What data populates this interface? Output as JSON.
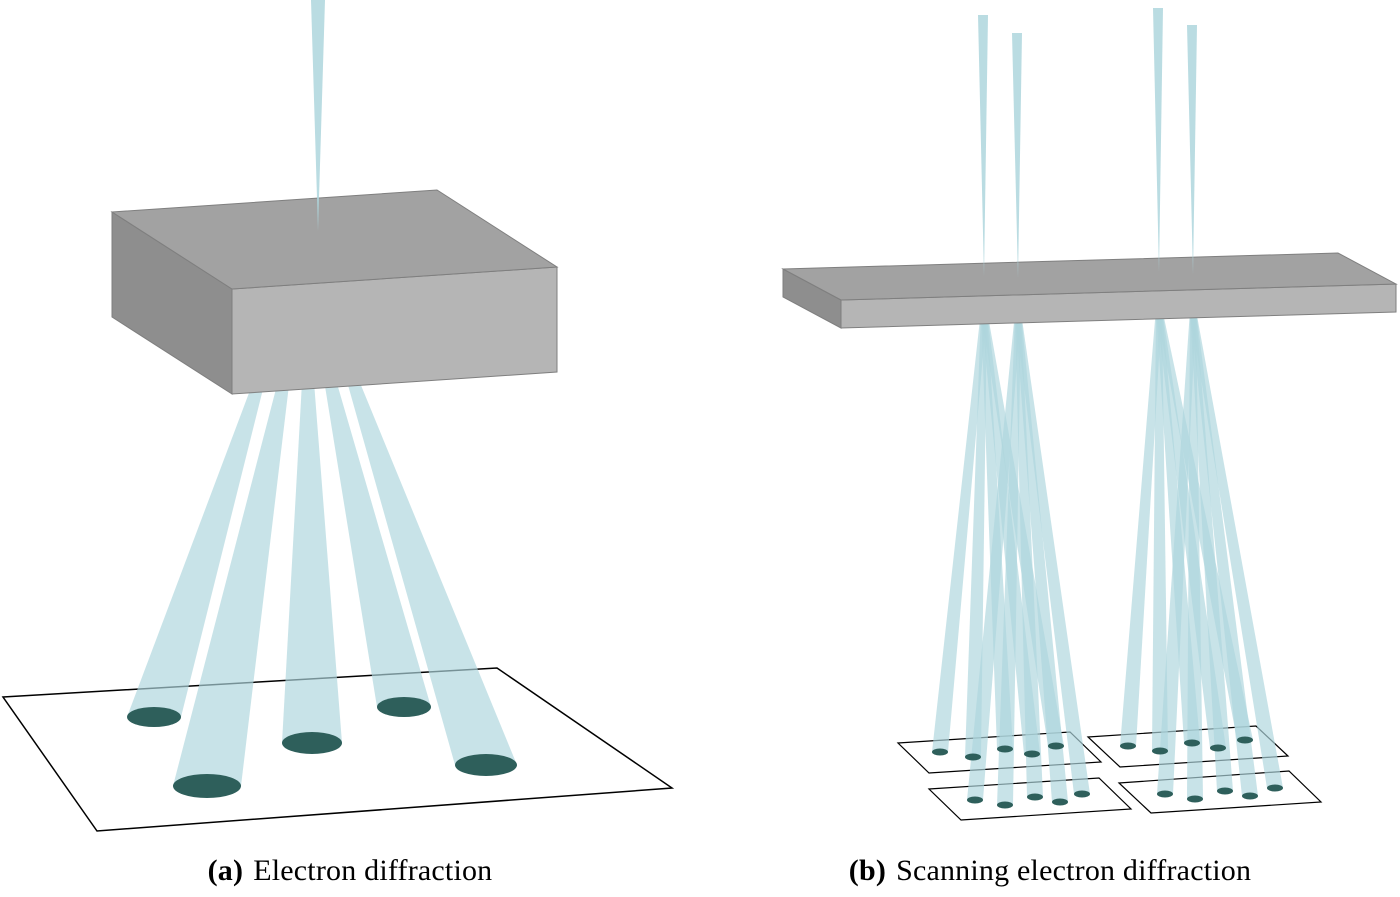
{
  "captions": {
    "a": {
      "label": "(a)",
      "text": "Electron diffraction"
    },
    "b": {
      "label": "(b)",
      "text": "Scanning electron diffraction"
    }
  },
  "colors": {
    "background": "#ffffff",
    "beam": "#aed6dd",
    "spot": "#2e5f5b",
    "slab_top": "#a2a2a2",
    "slab_front": "#b5b5b5",
    "slab_side": "#8e8e8e",
    "slab_edge": "#7f7f7f",
    "plane_stroke": "#000000"
  }
}
